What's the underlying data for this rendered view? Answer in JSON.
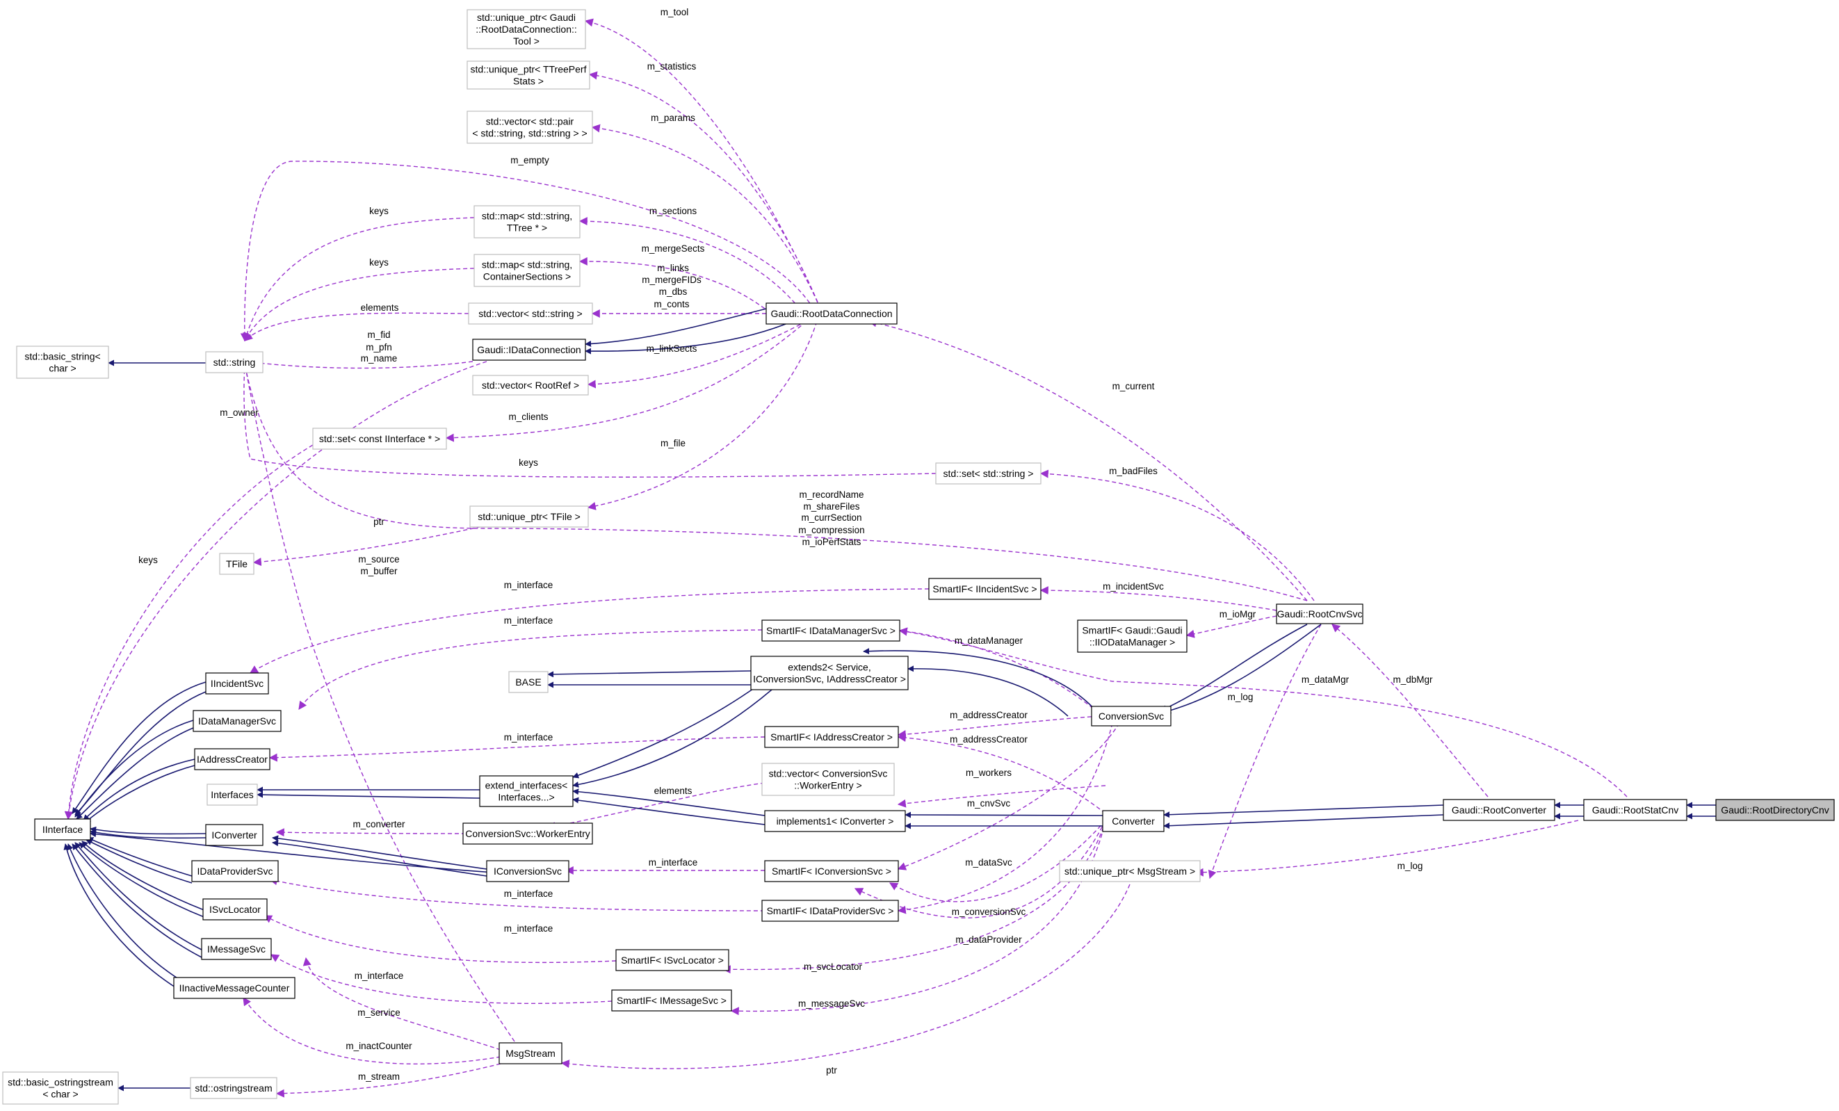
{
  "colors": {
    "inherit_edge": "#191970",
    "usage_edge": "#9a32cd",
    "node_border_documented": "#000000",
    "node_border_external": "#bfbfbf",
    "highlight_fill": "#bfbfbf",
    "text": "#000000"
  },
  "nodes": [
    {
      "id": "n_tool",
      "lines": [
        "std::unique_ptr< Gaudi",
        "::RootDataConnection::",
        "Tool >"
      ],
      "style": "external"
    },
    {
      "id": "n_stats",
      "lines": [
        "std::unique_ptr< TTreePerf",
        "Stats >"
      ],
      "style": "external"
    },
    {
      "id": "n_params",
      "lines": [
        "std::vector< std::pair",
        "< std::string, std::string > >"
      ],
      "style": "external"
    },
    {
      "id": "n_map_ttree",
      "lines": [
        "std::map< std::string,",
        "TTree * >"
      ],
      "style": "external"
    },
    {
      "id": "n_map_cont",
      "lines": [
        "std::map< std::string,",
        "ContainerSections >"
      ],
      "style": "external"
    },
    {
      "id": "n_vec_str",
      "lines": [
        "std::vector< std::string >"
      ],
      "style": "external"
    },
    {
      "id": "n_rdc",
      "lines": [
        "Gaudi::RootDataConnection"
      ],
      "style": "documented"
    },
    {
      "id": "n_basic_string",
      "lines": [
        "std::basic_string<",
        "char >"
      ],
      "style": "external"
    },
    {
      "id": "n_string",
      "lines": [
        "std::string"
      ],
      "style": "external"
    },
    {
      "id": "n_idc",
      "lines": [
        "Gaudi::IDataConnection"
      ],
      "style": "documented"
    },
    {
      "id": "n_vec_rootref",
      "lines": [
        "std::vector< RootRef >"
      ],
      "style": "external"
    },
    {
      "id": "n_set_iface",
      "lines": [
        "std::set< const IInterface * >"
      ],
      "style": "external"
    },
    {
      "id": "n_set_str",
      "lines": [
        "std::set< std::string >"
      ],
      "style": "external"
    },
    {
      "id": "n_tfile_ptr",
      "lines": [
        "std::unique_ptr< TFile >"
      ],
      "style": "external"
    },
    {
      "id": "n_tfile",
      "lines": [
        "TFile"
      ],
      "style": "external"
    },
    {
      "id": "n_sif_incident",
      "lines": [
        "SmartIF< IIncidentSvc >"
      ],
      "style": "documented"
    },
    {
      "id": "n_rootcnvsvc",
      "lines": [
        "Gaudi::RootCnvSvc"
      ],
      "style": "documented"
    },
    {
      "id": "n_sif_iomgr",
      "lines": [
        "SmartIF< Gaudi::Gaudi",
        "::IIODataManager >"
      ],
      "style": "documented"
    },
    {
      "id": "n_sif_datamgr",
      "lines": [
        "SmartIF< IDataManagerSvc >"
      ],
      "style": "documented"
    },
    {
      "id": "n_base",
      "lines": [
        "BASE"
      ],
      "style": "external"
    },
    {
      "id": "n_extends2",
      "lines": [
        "extends2< Service,",
        "IConversionSvc, IAddressCreator >"
      ],
      "style": "documented"
    },
    {
      "id": "n_conversionsvc",
      "lines": [
        "ConversionSvc"
      ],
      "style": "documented"
    },
    {
      "id": "n_iincident",
      "lines": [
        "IIncidentSvc"
      ],
      "style": "documented"
    },
    {
      "id": "n_idatamgr",
      "lines": [
        "IDataManagerSvc"
      ],
      "style": "documented"
    },
    {
      "id": "n_iaddr",
      "lines": [
        "IAddressCreator"
      ],
      "style": "documented"
    },
    {
      "id": "n_sif_addr",
      "lines": [
        "SmartIF< IAddressCreator >"
      ],
      "style": "documented"
    },
    {
      "id": "n_interfaces",
      "lines": [
        "Interfaces"
      ],
      "style": "external"
    },
    {
      "id": "n_extend_if",
      "lines": [
        "extend_interfaces<",
        "Interfaces...>"
      ],
      "style": "documented"
    },
    {
      "id": "n_vec_worker",
      "lines": [
        "std::vector< ConversionSvc",
        "::WorkerEntry >"
      ],
      "style": "external"
    },
    {
      "id": "n_iinterface",
      "lines": [
        "IInterface"
      ],
      "style": "documented"
    },
    {
      "id": "n_iconverter",
      "lines": [
        "IConverter"
      ],
      "style": "documented"
    },
    {
      "id": "n_workerentry",
      "lines": [
        "ConversionSvc::WorkerEntry"
      ],
      "style": "documented"
    },
    {
      "id": "n_implements1",
      "lines": [
        "implements1< IConverter >"
      ],
      "style": "documented"
    },
    {
      "id": "n_converter",
      "lines": [
        "Converter"
      ],
      "style": "documented"
    },
    {
      "id": "n_rootconverter",
      "lines": [
        "Gaudi::RootConverter"
      ],
      "style": "documented"
    },
    {
      "id": "n_rootstatcnv",
      "lines": [
        "Gaudi::RootStatCnv"
      ],
      "style": "documented"
    },
    {
      "id": "n_rootdircnv",
      "lines": [
        "Gaudi::RootDirectoryCnv"
      ],
      "style": "highlight"
    },
    {
      "id": "n_idataprov",
      "lines": [
        "IDataProviderSvc"
      ],
      "style": "documented"
    },
    {
      "id": "n_iconvsvc",
      "lines": [
        "IConversionSvc"
      ],
      "style": "documented"
    },
    {
      "id": "n_sif_convsvc",
      "lines": [
        "SmartIF< IConversionSvc >"
      ],
      "style": "documented"
    },
    {
      "id": "n_msgstream_ptr",
      "lines": [
        "std::unique_ptr< MsgStream >"
      ],
      "style": "external"
    },
    {
      "id": "n_sif_dataprov",
      "lines": [
        "SmartIF< IDataProviderSvc >"
      ],
      "style": "documented"
    },
    {
      "id": "n_isvcloc",
      "lines": [
        "ISvcLocator"
      ],
      "style": "documented"
    },
    {
      "id": "n_imsgsvc",
      "lines": [
        "IMessageSvc"
      ],
      "style": "documented"
    },
    {
      "id": "n_sif_svcloc",
      "lines": [
        "SmartIF< ISvcLocator >"
      ],
      "style": "documented"
    },
    {
      "id": "n_iinactive",
      "lines": [
        "IInactiveMessageCounter"
      ],
      "style": "documented"
    },
    {
      "id": "n_sif_msgsvc",
      "lines": [
        "SmartIF< IMessageSvc >"
      ],
      "style": "documented"
    },
    {
      "id": "n_msgstream",
      "lines": [
        "MsgStream"
      ],
      "style": "documented"
    },
    {
      "id": "n_basic_ostr",
      "lines": [
        "std::basic_ostringstream",
        "< char >"
      ],
      "style": "external"
    },
    {
      "id": "n_ostr",
      "lines": [
        "std::ostringstream"
      ],
      "style": "external"
    }
  ],
  "edge_labels": [
    {
      "id": "l_tool",
      "text": "m_tool"
    },
    {
      "id": "l_statistics",
      "text": "m_statistics"
    },
    {
      "id": "l_params",
      "text": "m_params"
    },
    {
      "id": "l_empty",
      "text": "m_empty"
    },
    {
      "id": "l_keys1",
      "text": "keys"
    },
    {
      "id": "l_sections",
      "text": "m_sections"
    },
    {
      "id": "l_keys2",
      "text": "keys"
    },
    {
      "id": "l_mergesects",
      "text": "m_mergeSects"
    },
    {
      "id": "l_links",
      "text": "m_links"
    },
    {
      "id": "l_mergefids",
      "text": "m_mergeFIDs"
    },
    {
      "id": "l_dbs",
      "text": "m_dbs"
    },
    {
      "id": "l_conts",
      "text": "m_conts"
    },
    {
      "id": "l_elements1",
      "text": "elements"
    },
    {
      "id": "l_fid",
      "text": "m_fid"
    },
    {
      "id": "l_pfn",
      "text": "m_pfn"
    },
    {
      "id": "l_name",
      "text": "m_name"
    },
    {
      "id": "l_linksects",
      "text": "m_linkSects"
    },
    {
      "id": "l_current",
      "text": "m_current"
    },
    {
      "id": "l_owner",
      "text": "m_owner"
    },
    {
      "id": "l_clients",
      "text": "m_clients"
    },
    {
      "id": "l_file",
      "text": "m_file"
    },
    {
      "id": "l_keys3",
      "text": "keys"
    },
    {
      "id": "l_badfiles",
      "text": "m_badFiles"
    },
    {
      "id": "l_recordname",
      "text": "m_recordName"
    },
    {
      "id": "l_sharefiles",
      "text": "m_shareFiles"
    },
    {
      "id": "l_currsection",
      "text": "m_currSection"
    },
    {
      "id": "l_compression",
      "text": "m_compression"
    },
    {
      "id": "l_ioperfstats",
      "text": "m_ioPerfStats"
    },
    {
      "id": "l_keys4",
      "text": "keys"
    },
    {
      "id": "l_ptr1",
      "text": "ptr"
    },
    {
      "id": "l_source",
      "text": "m_source"
    },
    {
      "id": "l_buffer",
      "text": "m_buffer"
    },
    {
      "id": "l_interface1",
      "text": "m_interface"
    },
    {
      "id": "l_incidentsvc",
      "text": "m_incidentSvc"
    },
    {
      "id": "l_iomgr",
      "text": "m_ioMgr"
    },
    {
      "id": "l_interface2",
      "text": "m_interface"
    },
    {
      "id": "l_datamanager",
      "text": "m_dataManager"
    },
    {
      "id": "l_datamgr",
      "text": "m_dataMgr"
    },
    {
      "id": "l_dbmgr",
      "text": "m_dbMgr"
    },
    {
      "id": "l_log1",
      "text": "m_log"
    },
    {
      "id": "l_addresscreator1",
      "text": "m_addressCreator"
    },
    {
      "id": "l_interface3",
      "text": "m_interface"
    },
    {
      "id": "l_addresscreator2",
      "text": "m_addressCreator"
    },
    {
      "id": "l_elements2",
      "text": "elements"
    },
    {
      "id": "l_workers",
      "text": "m_workers"
    },
    {
      "id": "l_cnvsvc",
      "text": "m_cnvSvc"
    },
    {
      "id": "l_converter",
      "text": "m_converter"
    },
    {
      "id": "l_log2",
      "text": "m_log"
    },
    {
      "id": "l_interface4",
      "text": "m_interface"
    },
    {
      "id": "l_datasvc",
      "text": "m_dataSvc"
    },
    {
      "id": "l_interface5",
      "text": "m_interface"
    },
    {
      "id": "l_conversionsvc",
      "text": "m_conversionSvc"
    },
    {
      "id": "l_interface6",
      "text": "m_interface"
    },
    {
      "id": "l_dataprovider",
      "text": "m_dataProvider"
    },
    {
      "id": "l_svclocator",
      "text": "m_svcLocator"
    },
    {
      "id": "l_interface7",
      "text": "m_interface"
    },
    {
      "id": "l_messagesvc",
      "text": "m_messageSvc"
    },
    {
      "id": "l_service",
      "text": "m_service"
    },
    {
      "id": "l_inactcounter",
      "text": "m_inactCounter"
    },
    {
      "id": "l_stream",
      "text": "m_stream"
    },
    {
      "id": "l_ptr2",
      "text": "ptr"
    }
  ]
}
